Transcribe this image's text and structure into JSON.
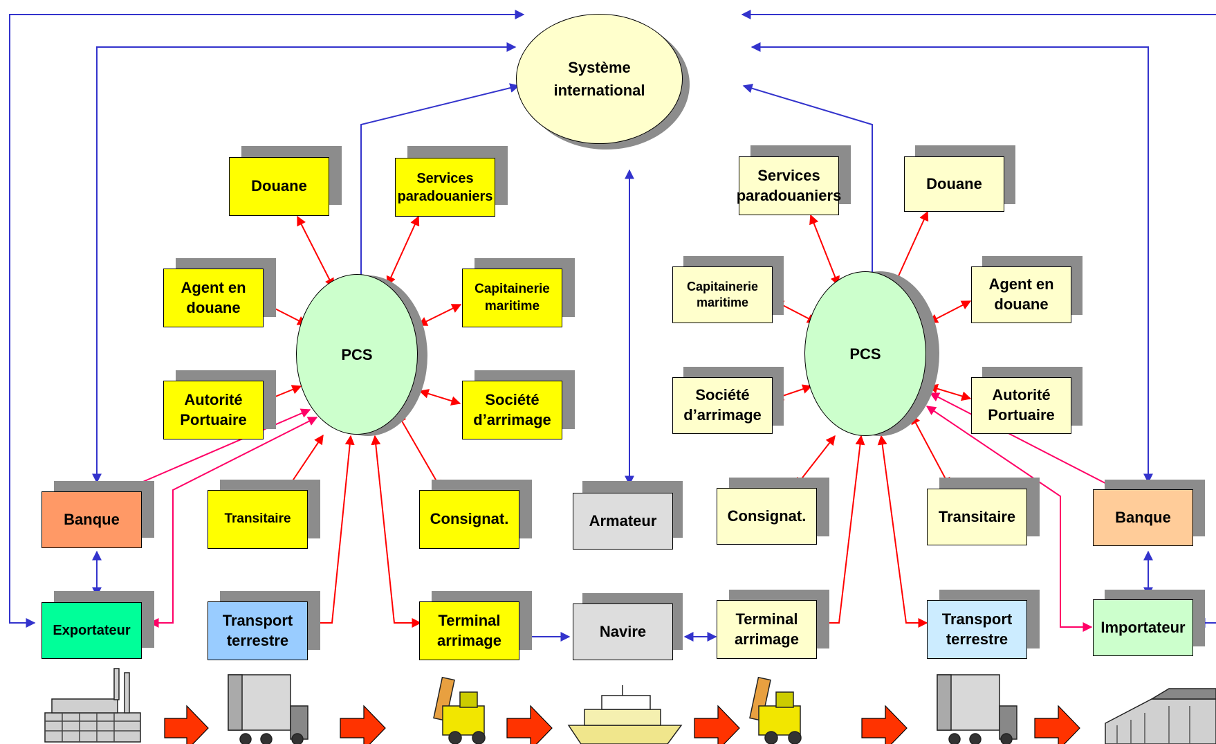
{
  "colors": {
    "yellow": "#ffff00",
    "light_yellow": "#ffffcc",
    "pale_green": "#ccffcc",
    "green": "#00ff99",
    "salmon": "#ff9966",
    "peach": "#ffcc99",
    "blue": "#99ccff",
    "light_blue": "#ccecff",
    "grey": "#dddddd",
    "arrow_blue": "#3333cc",
    "arrow_red": "#ff0000",
    "arrow_pink": "#ff0066"
  },
  "hub": {
    "label_line1": "Système",
    "label_line2": "international"
  },
  "left": {
    "pcs": "PCS",
    "douane": "Douane",
    "services_line1": "Services",
    "services_line2": "paradouaniers",
    "agent_line1": "Agent en",
    "agent_line2": "douane",
    "capitainerie_line1": "Capitainerie",
    "capitainerie_line2": "maritime",
    "autorite_line1": "Autorité",
    "autorite_line2": "Portuaire",
    "societe_line1": "Société",
    "societe_line2": "d’arrimage",
    "transitaire": "Transitaire",
    "consignat": "Consignat.",
    "banque": "Banque",
    "exportateur": "Exportateur",
    "transport_line1": "Transport",
    "transport_line2": "terrestre",
    "terminal_line1": "Terminal",
    "terminal_line2": "arrimage"
  },
  "center": {
    "armateur": "Armateur",
    "navire": "Navire"
  },
  "right": {
    "pcs": "PCS",
    "douane": "Douane",
    "services_line1": "Services",
    "services_line2": "paradouaniers",
    "agent_line1": "Agent en",
    "agent_line2": "douane",
    "capitainerie_line1": "Capitainerie",
    "capitainerie_line2": "maritime",
    "autorite_line1": "Autorité",
    "autorite_line2": "Portuaire",
    "societe_line1": "Société",
    "societe_line2": "d’arrimage",
    "transitaire": "Transitaire",
    "consignat": "Consignat.",
    "banque": "Banque",
    "importateur": "Importateur",
    "transport_line1": "Transport",
    "transport_line2": "terrestre",
    "terminal_line1": "Terminal",
    "terminal_line2": "arrimage"
  },
  "supply_chain": [
    "factory-icon",
    "truck-icon",
    "forklift-icon",
    "ship-icon",
    "forklift-icon",
    "truck-icon",
    "warehouse-icon"
  ]
}
